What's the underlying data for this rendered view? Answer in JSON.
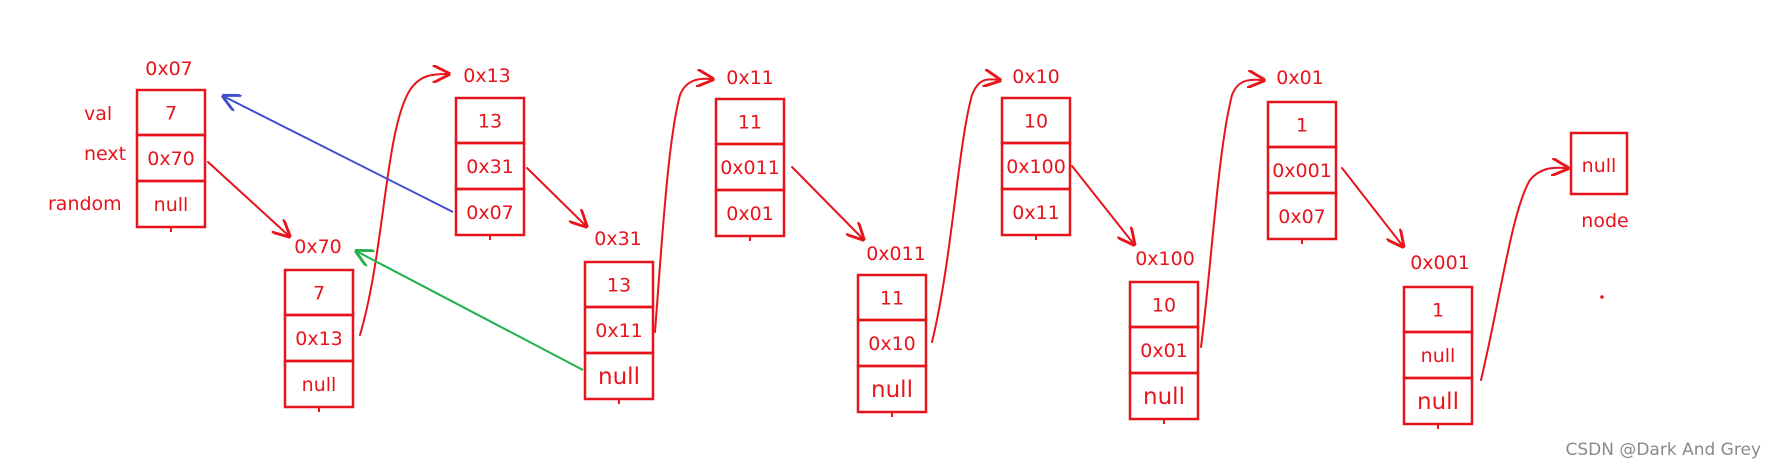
{
  "field_labels": [
    "val",
    "next",
    "random"
  ],
  "nodes": [
    {
      "id": "n07",
      "address": "0x07",
      "cells": [
        "7",
        "0x70",
        "null"
      ]
    },
    {
      "id": "n70",
      "address": "0x70",
      "cells": [
        "7",
        "0x13",
        "null"
      ]
    },
    {
      "id": "n13",
      "address": "0x13",
      "cells": [
        "13",
        "0x31",
        "0x07"
      ]
    },
    {
      "id": "n31",
      "address": "0x31",
      "cells": [
        "13",
        "0x11",
        "null"
      ]
    },
    {
      "id": "n11",
      "address": "0x11",
      "cells": [
        "11",
        "0x011",
        "0x01"
      ]
    },
    {
      "id": "n011",
      "address": "0x011",
      "cells": [
        "11",
        "0x10",
        "null"
      ]
    },
    {
      "id": "n10",
      "address": "0x10",
      "cells": [
        "10",
        "0x100",
        "0x11"
      ]
    },
    {
      "id": "n100",
      "address": "0x100",
      "cells": [
        "10",
        "0x01",
        "null"
      ]
    },
    {
      "id": "n01",
      "address": "0x01",
      "cells": [
        "1",
        "0x001",
        "0x07"
      ]
    },
    {
      "id": "n001",
      "address": "0x001",
      "cells": [
        "1",
        "null",
        "null"
      ]
    }
  ],
  "terminal": {
    "value": "null",
    "label": "node"
  },
  "colors": {
    "node": "#e8141c",
    "random_blue": "#3f4fd0",
    "random_green": "#22b14c",
    "watermark": "#8a8a8a"
  },
  "watermark": "CSDN @Dark And Grey"
}
